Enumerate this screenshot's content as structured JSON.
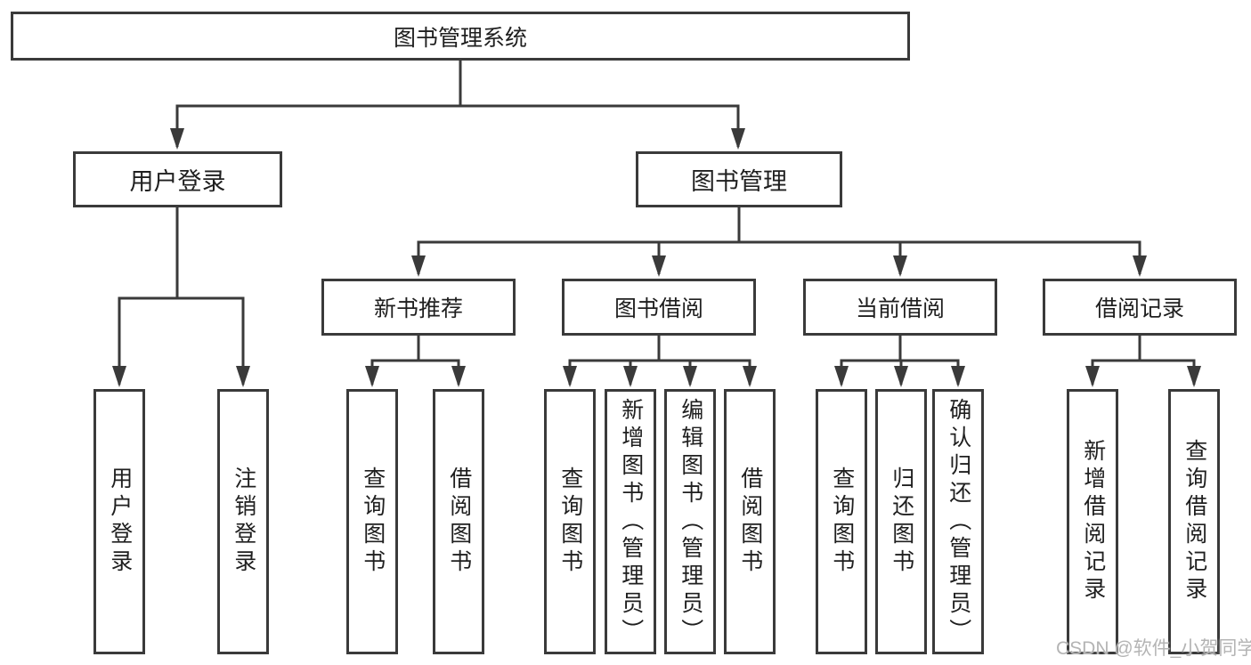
{
  "diagram": {
    "title_box": "图书管理系统",
    "branches": {
      "user_login": {
        "label": "用户登录",
        "children": [
          "用户登录",
          "注销登录"
        ]
      },
      "book_mgmt": {
        "label": "图书管理",
        "sections": [
          {
            "label": "新书推荐",
            "children": [
              "查询图书",
              "借阅图书"
            ]
          },
          {
            "label": "图书借阅",
            "children": [
              "查询图书",
              "新增图书（管理员）",
              "编辑图书（管理员）",
              "借阅图书"
            ]
          },
          {
            "label": "当前借阅",
            "children": [
              "查询图书",
              "归还图书",
              "确认归还（管理员）"
            ]
          },
          {
            "label": "借阅记录",
            "children": [
              "新增借阅记录",
              "查询借阅记录"
            ]
          }
        ]
      }
    },
    "colors": {
      "line": "#3a3a3a",
      "text": "#1f1f1f",
      "background": "#ffffff",
      "watermark": "#b4b4b4"
    },
    "watermark": "CSDN @软件_小贺同学"
  }
}
